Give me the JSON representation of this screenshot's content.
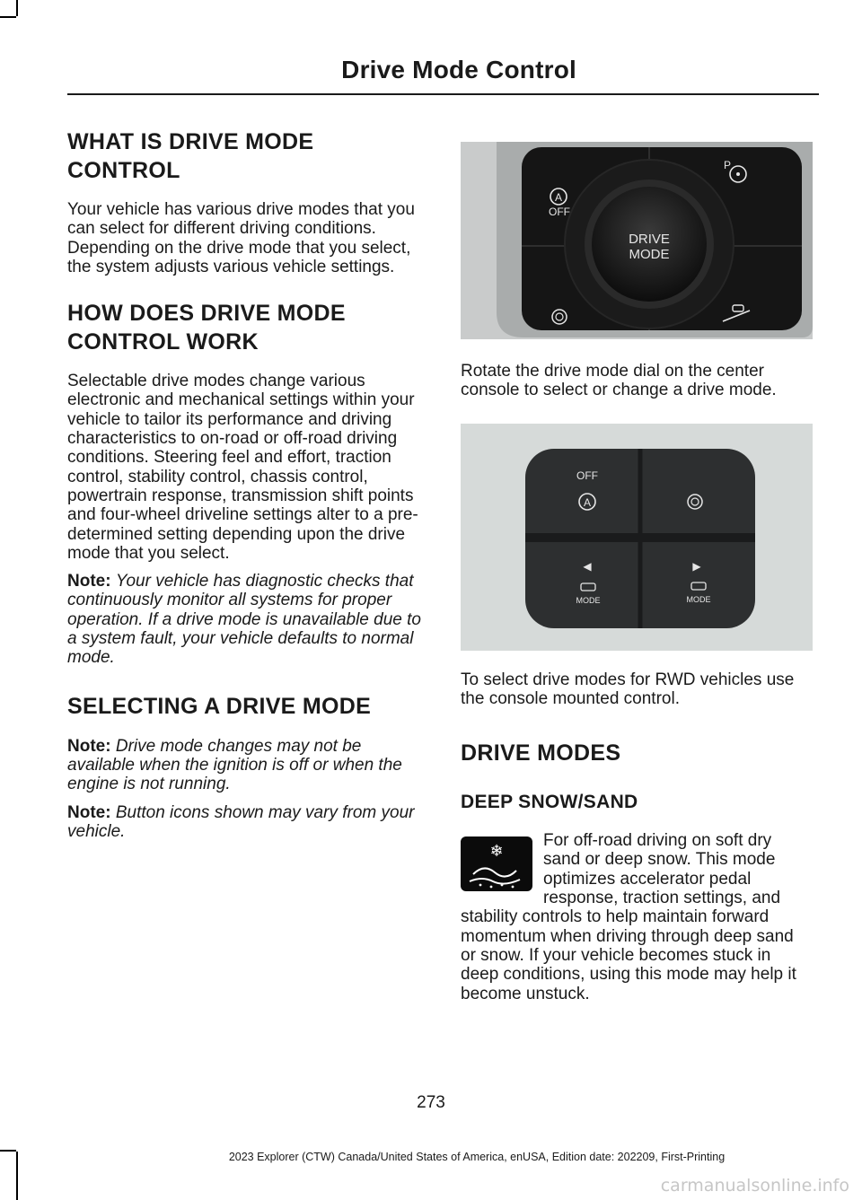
{
  "header": {
    "title": "Drive Mode Control"
  },
  "sections": {
    "what_is": {
      "heading_line1": "WHAT IS DRIVE MODE",
      "heading_line2": "CONTROL",
      "body": "Your vehicle has various drive modes that you can select for different driving conditions. Depending on the drive mode that you select, the system adjusts various vehicle settings."
    },
    "how_does": {
      "heading_line1": "HOW DOES DRIVE MODE",
      "heading_line2": "CONTROL WORK",
      "body": "Selectable drive modes change various electronic and mechanical settings within your vehicle to tailor its performance and driving characteristics to on-road or off-road driving conditions. Steering feel and effort, traction control, stability control, chassis control, powertrain response, transmission shift points and four-wheel driveline settings alter to a pre-determined setting depending upon the drive mode that you select.",
      "note_label": "Note:",
      "note_text": "Your vehicle has diagnostic checks that continuously monitor all systems for proper operation. If a drive mode is unavailable due to a system fault, your vehicle defaults to normal mode."
    },
    "selecting": {
      "heading": "SELECTING A DRIVE MODE",
      "note1_label": "Note:",
      "note1_text": "Drive mode changes may not be available when the ignition is off or when the engine is not running.",
      "note2_label": "Note:",
      "note2_text": "Button icons shown may vary from your vehicle."
    },
    "rotate_text": "Rotate the drive mode dial on the center console to select or change a drive mode.",
    "rwd_text": "To select drive modes for RWD vehicles use the console mounted control.",
    "drive_modes": {
      "heading": "DRIVE MODES",
      "sub_heading": "DEEP SNOW/SAND",
      "body": "For off-road driving on soft dry sand or deep snow. This mode optimizes accelerator pedal response, traction settings, and stability controls to help maintain forward momentum when driving through deep sand or snow. If your vehicle becomes stuck in deep conditions, using this mode may help it become unstuck."
    }
  },
  "figure_dial": {
    "dial_label_line1": "DRIVE",
    "dial_label_line2": "MODE",
    "off_label": "OFF",
    "a_label": "A",
    "p_label": "P",
    "icons": [
      "auto-start-stop-icon",
      "park-assist-steering-icon",
      "traction-control-icon",
      "hill-descent-icon"
    ]
  },
  "figure_buttons": {
    "off_label": "OFF",
    "a_label": "A",
    "left_mode_label": "MODE",
    "right_mode_label": "MODE",
    "left_arrow": "◀",
    "right_arrow": "▶",
    "icons": [
      "auto-start-stop-icon",
      "traction-control-icon",
      "mode-left-vehicle-icon",
      "mode-right-vehicle-icon"
    ]
  },
  "snow_icon": {
    "name": "deep-snow-sand-icon",
    "glyph": "❄"
  },
  "footer": {
    "page_number": "273",
    "edition": "2023 Explorer (CTW) Canada/United States of America, enUSA, Edition date: 202209, First-Printing"
  },
  "watermark": "carmanualsonline.info"
}
